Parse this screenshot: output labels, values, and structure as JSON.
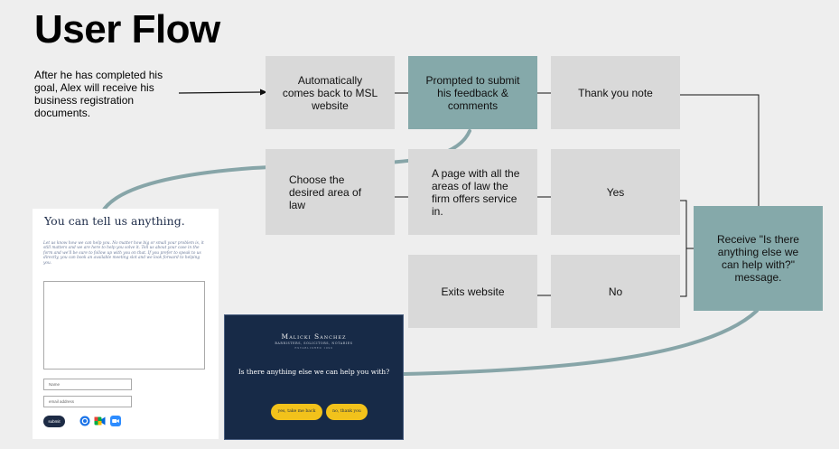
{
  "title": "User Flow",
  "intro": "After he has completed his goal, Alex will receive his business registration documents.",
  "nodes": {
    "auto_back": "Automatically comes back to MSL website",
    "prompted": "Prompted to submit his feedback & comments",
    "thank_you": "Thank you note",
    "choose_area": "Choose the desired area of law",
    "areas_page": "A page with all the areas of law the firm offers service in.",
    "yes": "Yes",
    "receive_msg": "Receive \"Is there anything else we can help with?\" message.",
    "exits": "Exits website",
    "no": "No"
  },
  "colors": {
    "gray_box": "#d9d9d9",
    "teal_box": "#85a9aa",
    "curve": "#87a5a8",
    "dialog_bg": "#172a47",
    "pill": "#f2c21b"
  },
  "form_mock": {
    "heading": "You can tell us anything.",
    "body": "Let us know how we can help you. No matter how big or small your problem is, it still matters and we are here to help you solve it. Tell us about your case in the form and we'll be sure to follow up with you on that. If you prefer to speak to us directly, you can book an available meeting slot and we look forward to helping you.",
    "name_placeholder": "Name",
    "email_placeholder": "email address",
    "submit": "submit",
    "icons": [
      "webex-icon",
      "google-meet-icon",
      "zoom-icon"
    ]
  },
  "dialog_mock": {
    "brand": "Malicki Sanchez",
    "brand_sub": "BARRISTERS, SOLICITORS, NOTARIES",
    "brand_est": "ESTABLISHED 1999",
    "question": "Is there anything else we can help you with?",
    "yes_btn": "yes, take me back",
    "no_btn": "no, thank you"
  }
}
